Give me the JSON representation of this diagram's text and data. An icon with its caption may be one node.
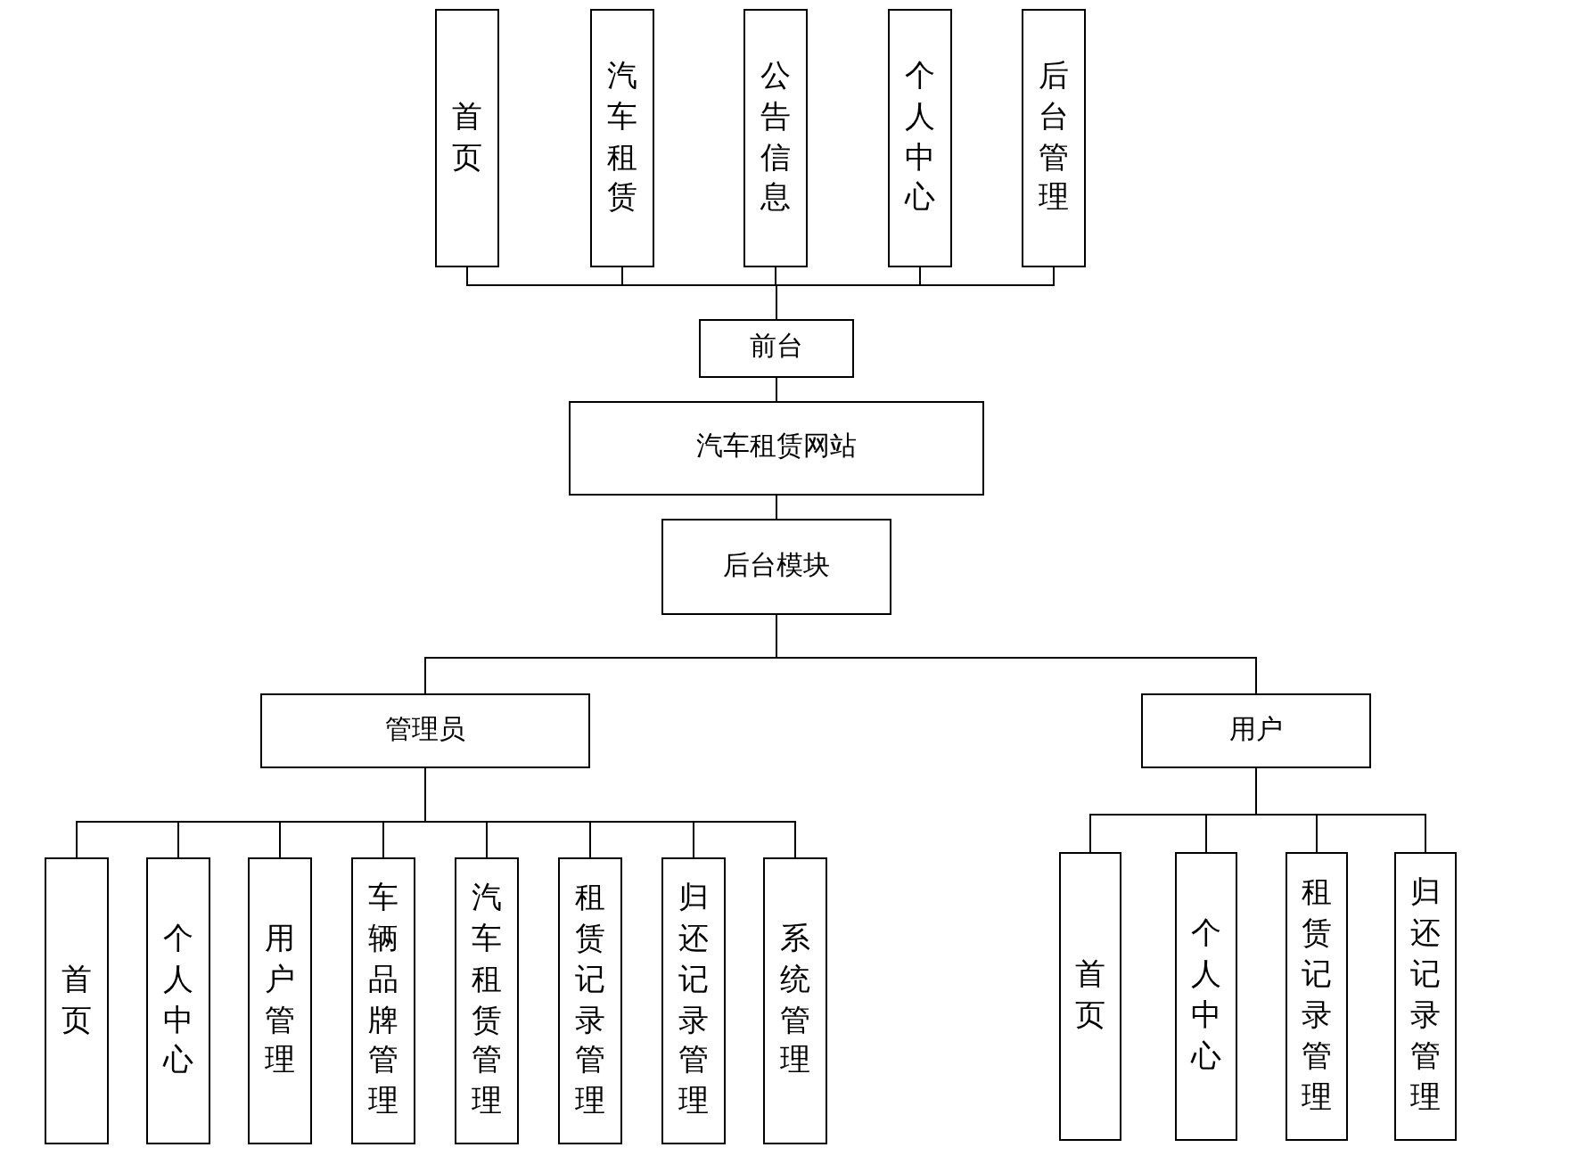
{
  "diagram": {
    "nodes": [
      {
        "text": [
          "首页"
        ]
      },
      {
        "text": [
          "汽车租赁"
        ]
      },
      {
        "text": [
          "公告信息"
        ]
      },
      {
        "text": [
          "个人中心"
        ]
      },
      {
        "text": [
          "后台管理"
        ]
      },
      {
        "text": [
          "前台"
        ]
      },
      {
        "text": [
          "汽车租赁网站"
        ]
      },
      {
        "text": [
          "后台模块"
        ]
      },
      {
        "text": [
          "管理员"
        ]
      },
      {
        "text": [
          "用户"
        ]
      },
      {
        "text": [
          "首页"
        ]
      },
      {
        "text": [
          "个人中心"
        ]
      },
      {
        "text": [
          "用户管理"
        ]
      },
      {
        "text": [
          "车辆品牌管理"
        ]
      },
      {
        "text": [
          "汽车租赁管理"
        ]
      },
      {
        "text": [
          "租赁记录管理"
        ]
      },
      {
        "text": [
          "归还记录管理"
        ]
      },
      {
        "text": [
          "系统管理"
        ]
      },
      {
        "text": [
          "首页"
        ]
      },
      {
        "text": [
          "个人中心"
        ]
      },
      {
        "text": [
          "租赁记录管理"
        ]
      },
      {
        "text": [
          "归还记录管理"
        ]
      }
    ],
    "edges": [
      {
        "from": 0,
        "to": 5,
        "arrow": "none"
      },
      {
        "from": 1,
        "to": 5,
        "arrow": "none"
      },
      {
        "from": 2,
        "to": 5,
        "arrow": "none"
      },
      {
        "from": 3,
        "to": 5,
        "arrow": "none"
      },
      {
        "from": 4,
        "to": 5,
        "arrow": "none"
      },
      {
        "from": 5,
        "to": 6,
        "arrow": "none"
      },
      {
        "from": 6,
        "to": 7,
        "arrow": "none"
      },
      {
        "from": 7,
        "to": 8,
        "arrow": "none"
      },
      {
        "from": 7,
        "to": 9,
        "arrow": "none"
      },
      {
        "from": 8,
        "to": 10,
        "arrow": "none"
      },
      {
        "from": 8,
        "to": 11,
        "arrow": "none"
      },
      {
        "from": 8,
        "to": 12,
        "arrow": "none"
      },
      {
        "from": 8,
        "to": 13,
        "arrow": "none"
      },
      {
        "from": 8,
        "to": 14,
        "arrow": "none"
      },
      {
        "from": 8,
        "to": 15,
        "arrow": "none"
      },
      {
        "from": 8,
        "to": 16,
        "arrow": "none"
      },
      {
        "from": 8,
        "to": 17,
        "arrow": "none"
      },
      {
        "from": 9,
        "to": 18,
        "arrow": "none"
      },
      {
        "from": 9,
        "to": 19,
        "arrow": "none"
      },
      {
        "from": 9,
        "to": 20,
        "arrow": "none"
      },
      {
        "from": 9,
        "to": 21,
        "arrow": "none"
      }
    ]
  }
}
